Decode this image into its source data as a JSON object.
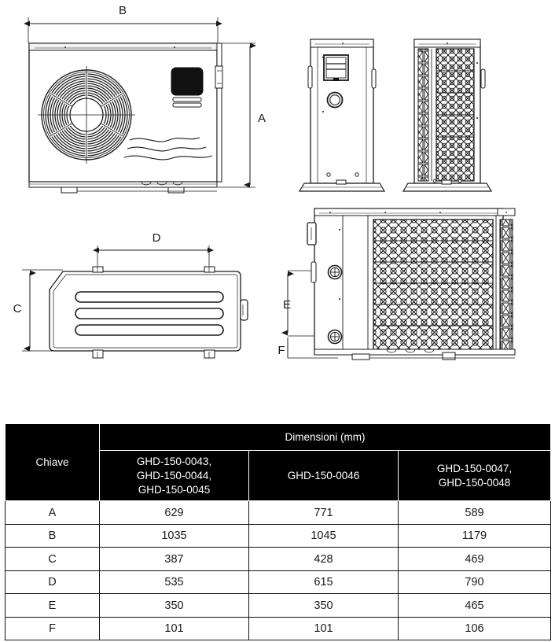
{
  "drawing": {
    "title": "Heat pump dimension drawing",
    "views": [
      {
        "name": "front-view",
        "description": "Front view with fan grille, display panel and airflow lines"
      },
      {
        "name": "left-side-view",
        "description": "Side view with control box and circular port"
      },
      {
        "name": "right-side-view",
        "description": "Side view with diamond mesh condenser grille"
      },
      {
        "name": "top-view",
        "description": "Top view with three slot vents and mounting tabs"
      },
      {
        "name": "rear-view",
        "description": "Rear view with two water connections and mesh grille"
      }
    ],
    "dimension_labels": {
      "a": "A",
      "b": "B",
      "c": "C",
      "d": "D",
      "e": "E",
      "f": "F"
    },
    "colors": {
      "line": "#1a1a1a",
      "fill": "#ffffff",
      "panel_dark": "#111111",
      "background": "#ffffff"
    }
  },
  "table": {
    "header": {
      "key_label": "Chiave",
      "dimensioni_label": "Dimensioni (mm)",
      "columns": [
        "GHD-150-0043,\nGHD-150-0044,\nGHD-150-0045",
        "GHD-150-0046",
        "GHD-150-0047,\nGHD-150-0048"
      ],
      "col1_lines": [
        "GHD-150-0043,",
        "GHD-150-0044,",
        "GHD-150-0045"
      ],
      "col2_lines": [
        "GHD-150-0046"
      ],
      "col3_lines": [
        "GHD-150-0047,",
        "GHD-150-0048"
      ]
    },
    "rows": [
      {
        "key": "A",
        "values": [
          "629",
          "771",
          "589"
        ]
      },
      {
        "key": "B",
        "values": [
          "1035",
          "1045",
          "1179"
        ]
      },
      {
        "key": "C",
        "values": [
          "387",
          "428",
          "469"
        ]
      },
      {
        "key": "D",
        "values": [
          "535",
          "615",
          "790"
        ]
      },
      {
        "key": "E",
        "values": [
          "350",
          "350",
          "465"
        ]
      },
      {
        "key": "F",
        "values": [
          "101",
          "101",
          "106"
        ]
      }
    ]
  }
}
